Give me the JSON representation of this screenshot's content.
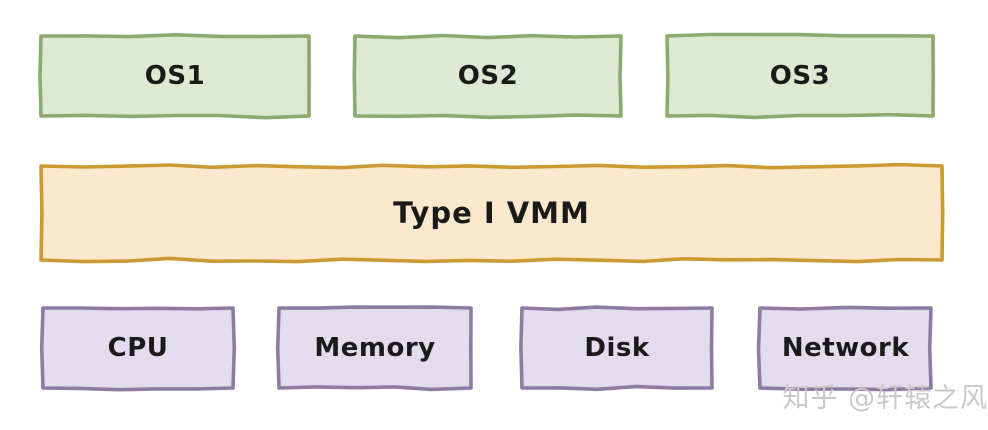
{
  "diagram": {
    "background": "#ffffff",
    "text_color": "#1a1a1a",
    "layers": {
      "guest_os": {
        "fill": "#dde9d3",
        "border": "#8aab70",
        "boxes": [
          {
            "label": "OS1"
          },
          {
            "label": "OS2"
          },
          {
            "label": "OS3"
          }
        ]
      },
      "vmm": {
        "fill": "#fbe8cd",
        "border": "#cb9a33",
        "label": "Type I VMM"
      },
      "hardware": {
        "fill": "#e3dcec",
        "border": "#8f7ba2",
        "boxes": [
          {
            "label": "CPU"
          },
          {
            "label": "Memory"
          },
          {
            "label": "Disk"
          },
          {
            "label": "Network"
          }
        ]
      }
    },
    "watermark": {
      "text": "知乎 @轩辕之风",
      "color": "#c9c9c9"
    }
  }
}
